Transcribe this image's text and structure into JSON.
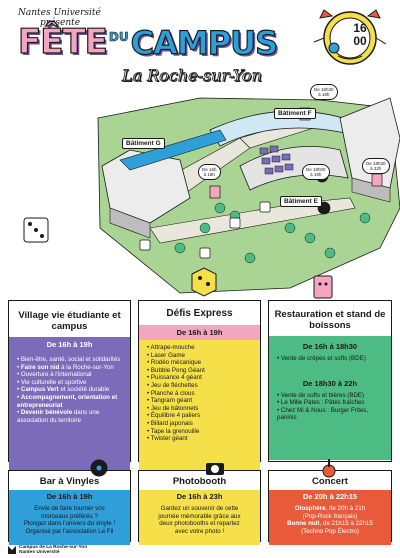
{
  "header": {
    "presents_line1": "Nantes Université",
    "presents_line2": "présente",
    "title_fete": "FÊTE",
    "title_du": "DU",
    "title_campus": "CAMPUS",
    "city": "La Roche-sur-Yon",
    "clock_hour": "16",
    "clock_minutes": "00"
  },
  "map": {
    "buildings": [
      "Bâtiment G",
      "Bâtiment F",
      "Bâtiment E"
    ],
    "bubbles": [
      {
        "line1": "De 16h30",
        "line2": "à 18h"
      },
      {
        "line1": "De 16h",
        "line2": "à 18h"
      },
      {
        "line1": "De 18h00",
        "line2": "à 19h"
      },
      {
        "line1": "De 18h30",
        "line2": "à 22h"
      }
    ]
  },
  "village": {
    "title": "Village vie étudiante et campus",
    "time": "De 16h à 19h",
    "items": [
      {
        "bold": "",
        "text": "Bien-être, santé, social et solidarités"
      },
      {
        "bold": "Faire son nid",
        "text": " à la Roche-sur-Yon"
      },
      {
        "bold": "",
        "text": "Ouverture à l'international"
      },
      {
        "bold": "",
        "text": "Vie culturelle et sportive"
      },
      {
        "bold": "Campus Vert",
        "text": " et société durable"
      },
      {
        "bold": "Accompagnement, orientation et entrepreneuriat",
        "text": ""
      },
      {
        "bold": "Devenir bénévole",
        "text": " dans une association du territoire"
      }
    ]
  },
  "defis": {
    "title": "Défis Express",
    "time": "De 16h à 19h",
    "items": [
      "Attrape-mouche",
      "Laser Game",
      "Rodéo mécanique",
      "Bubble Pong Géant",
      "Puissance 4 géant",
      "Jeu de fléchettes",
      "Planche à clous",
      "Tangram géant",
      "Jeu de bâtonnets",
      "Équilibre 4 paliers",
      "Billard japonais",
      "Tape la grenouille",
      "Twister géant"
    ]
  },
  "resto": {
    "title": "Restauration et stand de boissons",
    "time1": "De 16h à 18h30",
    "items1": [
      "Vente de crêpes et softs (BDE)"
    ],
    "time2": "De 18h30 à 22h",
    "items2": [
      "Vente de softs et bières (BDE)",
      "Le Mille Pates : Pâtes fraîches",
      "Chez Mi & Nous : Burger Frites, paninis"
    ]
  },
  "bar": {
    "title": "Bar à Vinyles",
    "time": "De 16h à 19h",
    "lines": [
      "Envie de faire tourner vos",
      "morceaux préférés ?",
      "Plongez dans l'univers du vinyle !",
      "Organisé par l'association Le Fil"
    ]
  },
  "photo": {
    "title": "Photobooth",
    "time": "De 16h à 23h",
    "lines": [
      "Gardez un souvenir de cette",
      "journée mémorable grâce aux",
      "deux photobooths et repartez",
      "avec votre photo !"
    ]
  },
  "concert": {
    "title": "Concert",
    "time": "De 20h à 22h15",
    "acts": [
      {
        "name": "Olosphère",
        "slot": ", de 20h à 21h",
        "genre": "(Pop-Rock français)"
      },
      {
        "name": "Bonne nuit",
        "slot": ", de 21h15 à 22h15",
        "genre": "(Techno Pop Électro)"
      }
    ]
  },
  "footer": {
    "line1": "Campus de La Roche-sur-Yon",
    "line2": "Nantes Université"
  },
  "colors": {
    "purple": "#7b6bb8",
    "yellow": "#f6e04a",
    "pink": "#f4a6c0",
    "green": "#4cbc84",
    "blue": "#2e9fd9",
    "red": "#e95a3a"
  }
}
